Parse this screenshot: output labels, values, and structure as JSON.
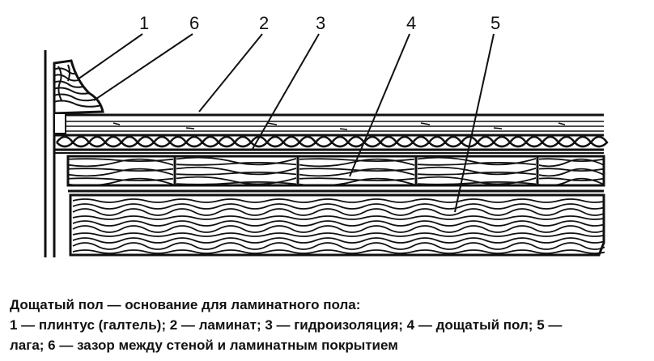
{
  "diagram": {
    "callouts": [
      {
        "label": "1"
      },
      {
        "label": "6"
      },
      {
        "label": "2"
      },
      {
        "label": "3"
      },
      {
        "label": "4"
      },
      {
        "label": "5"
      }
    ]
  },
  "caption": {
    "title": "Дощатый пол — основание для ламинатного пола:",
    "legend_line_1": "1 — плинтус (галтель); 2 — ламинат; 3 — гидроизоляция; 4 — дощатый пол; 5 —",
    "legend_line_2": "лага; 6 — зазор между стеной и ламинатным покрытием"
  }
}
